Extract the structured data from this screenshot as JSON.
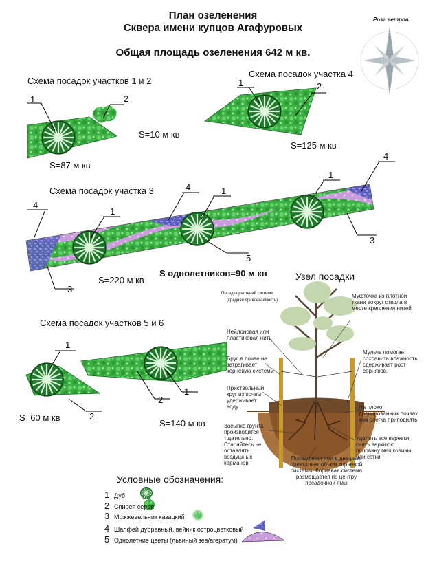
{
  "header": {
    "title_line1": "План озеленения",
    "title_line2": "Сквера имени купцов Агафуровых",
    "total_area": "Общая площадь озеленения 642 м кв."
  },
  "wind_rose": {
    "title": "Роза ветров"
  },
  "plots_1_2": {
    "heading": "Схема посадок участков 1 и 2",
    "area_small": "S=10 м кв",
    "area_large": "S=87 м кв",
    "callouts": [
      "1",
      "2"
    ]
  },
  "plot_4": {
    "heading": "Схема посадок участка 4",
    "area": "S=125 м кв",
    "callouts": [
      "1",
      "2"
    ]
  },
  "plot_3": {
    "heading": "Схема посадок участка 3",
    "area": "S=220 м кв",
    "annuals_area": "S однолетников=90 м кв",
    "callouts": [
      "4",
      "1",
      "4",
      "1",
      "4",
      "1",
      "5",
      "3",
      "3"
    ]
  },
  "plots_5_6": {
    "heading": "Схема посадок участков 5 и 6",
    "area_small": "S=60 м кв",
    "area_large": "S=140 м кв",
    "callouts": [
      "1",
      "2",
      "2",
      "1"
    ]
  },
  "planting_node": {
    "heading": "Узел посадки",
    "caption_line1": "Посадка растений с комом",
    "caption_line2": "(средняя привлекаемость)",
    "notes": [
      "Муфточка из плотной ткани вокруг ствола в месте крепления нитей",
      "Нейлоновая или пластиковая нить",
      "Брус в почве не затрагивает корневую систему",
      "Мульча помогает сохранить влажность, сдерживает рост сорняков.",
      "Приствольный круг из почвы удерживает воду",
      "На плохо дренированных почвах ком слегка приподнять",
      "Засыпка грунта производится тщательно. Старайтесь не оставлять воздушных карманов",
      "Удалить все веревки, снять верхнюю половину мешковины или сетки",
      "Посадочная яма в два раза превышает объем корневой системы. Корневая система размещается по центру посадочной ямы"
    ]
  },
  "legend": {
    "heading": "Условные обозначения:",
    "items": [
      {
        "num": "1",
        "label": "Дуб"
      },
      {
        "num": "2",
        "label": "Спирея серая"
      },
      {
        "num": "3",
        "label": "Можжевельник казацкий"
      },
      {
        "num": "4",
        "label": "Шалфей дубравный, вейник остроцветковый"
      },
      {
        "num": "5",
        "label": "Однолетние цветы (львиный зев/агератум)"
      }
    ]
  },
  "colors": {
    "shrub_green": "#3cb043",
    "tree_green": "#1e7a2a",
    "lilac": "#c59ad6",
    "blue_purple": "#5a5fc0",
    "soil": "#9a6a3c"
  }
}
